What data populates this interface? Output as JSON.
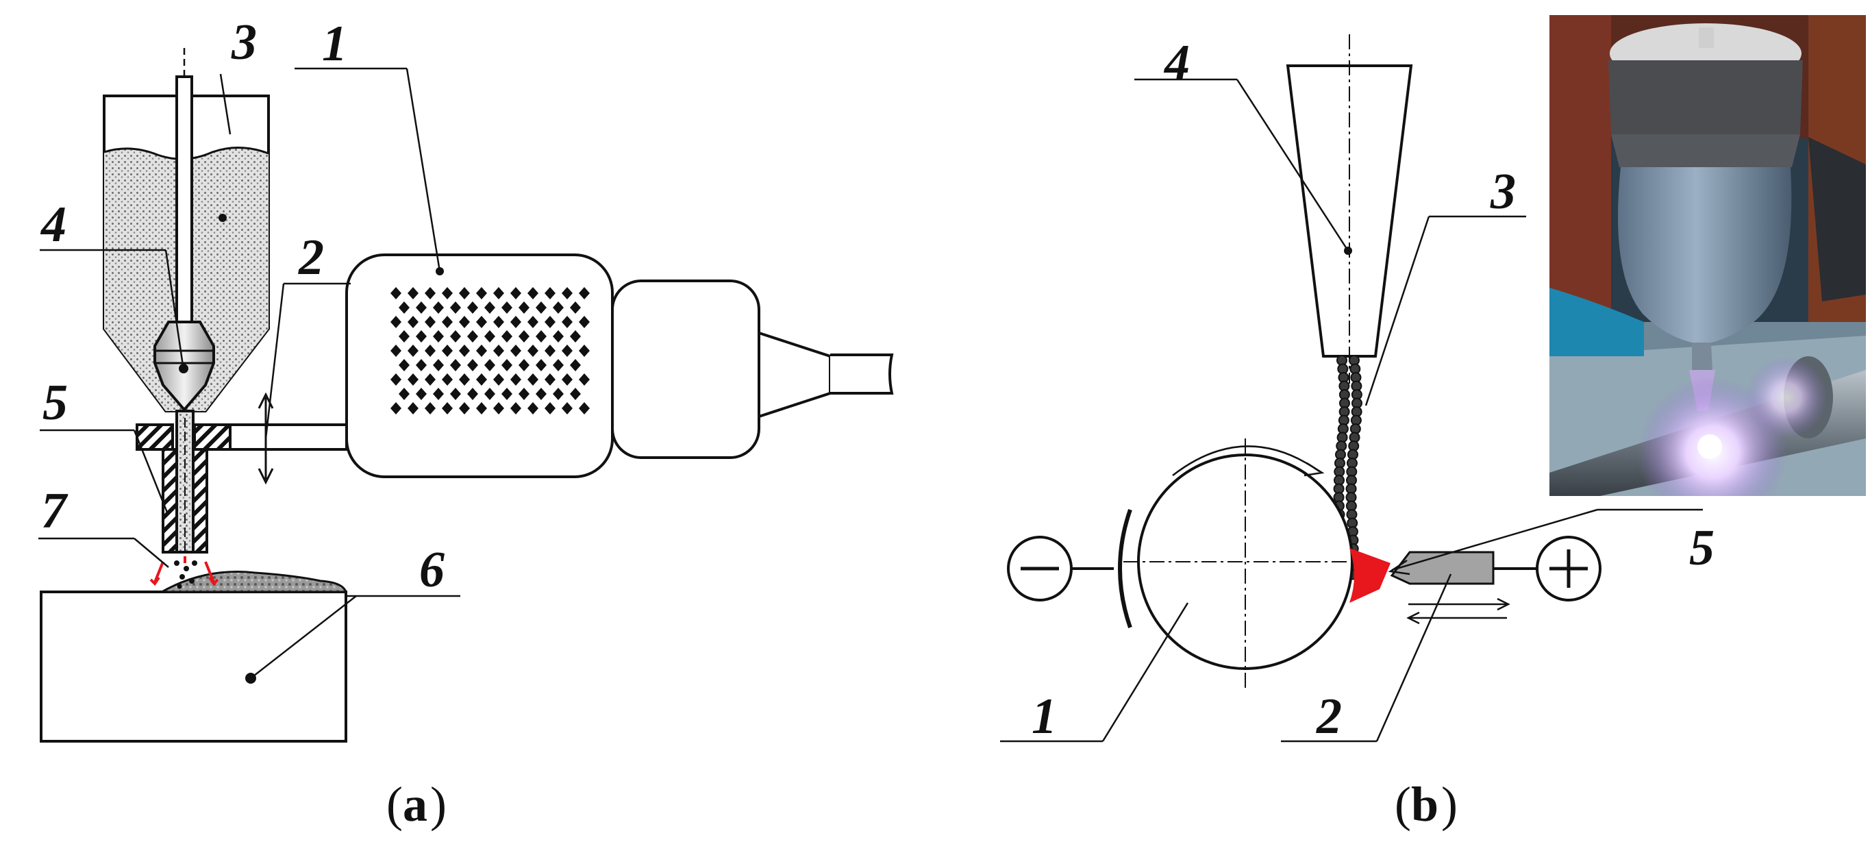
{
  "panel_a": {
    "caption_letter": "a",
    "labels": {
      "l1": "1",
      "l2": "2",
      "l3": "3",
      "l4": "4",
      "l5": "5",
      "l6": "6",
      "l7": "7"
    }
  },
  "panel_b": {
    "caption_letter": "b",
    "labels": {
      "l1": "1",
      "l2": "2",
      "l3": "3",
      "l4": "4",
      "l5": "5"
    },
    "minus_symbol": "−",
    "plus_symbol": "+"
  },
  "colors": {
    "line": "#111111",
    "powder": "#d6d6d6",
    "arc_red": "#e8161d",
    "electrode": "#a3a3a3",
    "photo_bg": "#2a3b4a"
  }
}
